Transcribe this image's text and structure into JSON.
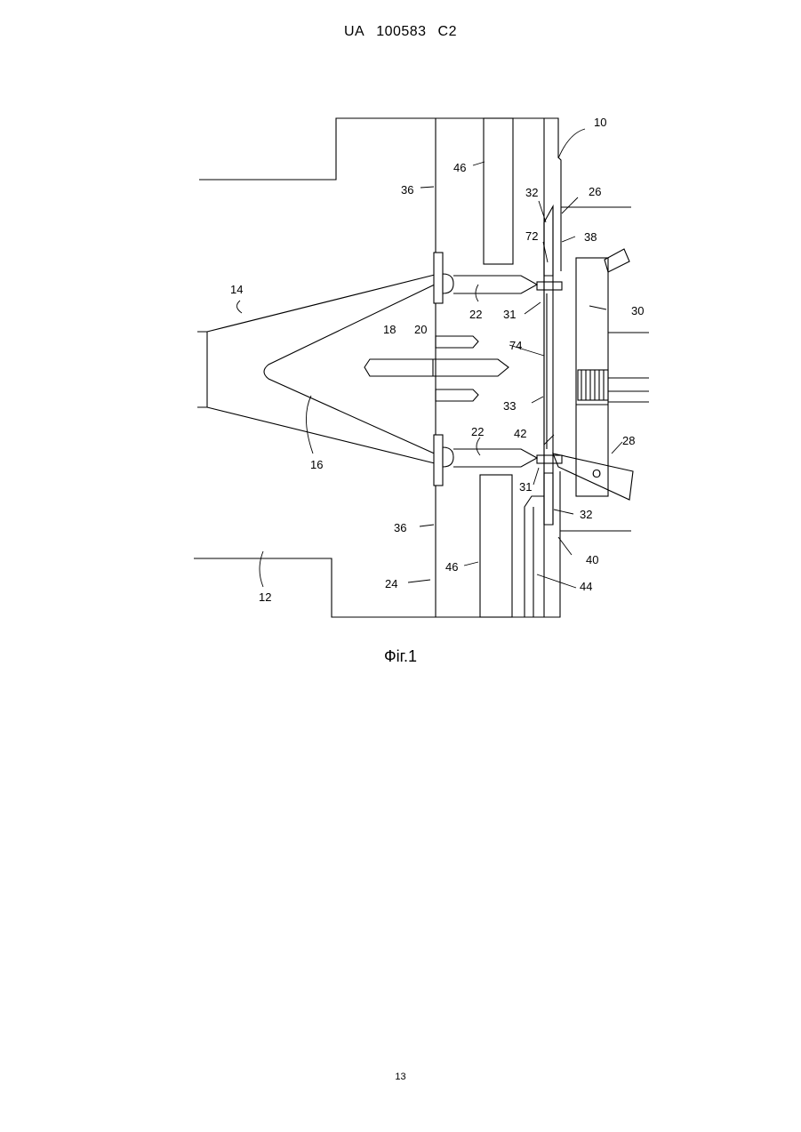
{
  "header": {
    "country": "UA",
    "number": "100583",
    "kind": "C2"
  },
  "figure": {
    "caption": "Фіг.1",
    "labels": [
      "10",
      "46",
      "36",
      "32",
      "26",
      "72",
      "38",
      "14",
      "22",
      "30",
      "31",
      "18",
      "20",
      "74",
      "33",
      "42",
      "28",
      "O",
      "16",
      "22",
      "31",
      "32",
      "36",
      "40",
      "46",
      "24",
      "44",
      "12"
    ]
  },
  "page_number": "13"
}
